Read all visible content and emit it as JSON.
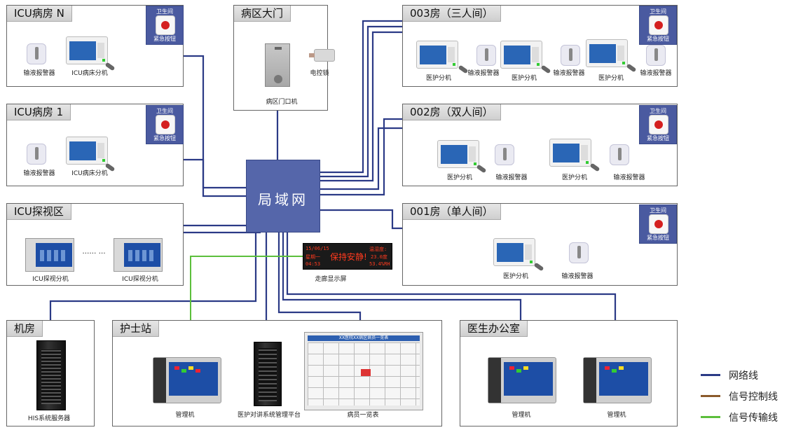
{
  "colors": {
    "network": "#2b3a86",
    "control": "#8b5a2b",
    "transmit": "#5cbf3c",
    "lan": "#5566aa"
  },
  "lan": {
    "label": "局域网"
  },
  "rooms": {
    "icu_n": {
      "title": "ICU病房 N",
      "alarm_label": "输液报警器",
      "bed_label": "ICU病床分机"
    },
    "icu_1": {
      "title": "ICU病房 1",
      "alarm_label": "输液报警器",
      "bed_label": "ICU病床分机"
    },
    "gate": {
      "title": "病区大门",
      "lock_label": "电控锁",
      "door_label": "病区门口机"
    },
    "icu_visit": {
      "title": "ICU探视区",
      "unit_label_1": "ICU探视分机",
      "unit_label_2": "ICU探视分机",
      "ellipsis": "…… …"
    },
    "r003": {
      "title": "003房（三人间）",
      "unit_label": "医护分机",
      "alarm_label": "输液报警器"
    },
    "r002": {
      "title": "002房（双人间）",
      "unit_label": "医护分机",
      "alarm_label": "输液报警器"
    },
    "r001": {
      "title": "001房（单人间）",
      "unit_label": "医护分机",
      "alarm_label": "输液报警器"
    },
    "machine": {
      "title": "机房",
      "server_label": "HIS系统服务器"
    },
    "nurse": {
      "title": "护士站",
      "mgr_label": "管理机",
      "platform_label": "医护对讲系统管理平台",
      "list_label": "病员一览表",
      "list_header": "XX医院XX病区病员一览表"
    },
    "doctor": {
      "title": "医生办公室",
      "mgr_label_1": "管理机",
      "mgr_label_2": "管理机"
    }
  },
  "washroom": {
    "label": "卫生间",
    "button": "紧急按钮"
  },
  "corridor": {
    "label": "走廊显示屏",
    "date": "15/06/15",
    "weekday": "星期一",
    "time": "04:53",
    "message": "保持安静!",
    "temp_label": "温湿度:",
    "temp": "23.0度",
    "humidity": "53.4%RH"
  },
  "legend": {
    "network": "网络线",
    "control": "信号控制线",
    "transmit": "信号传输线"
  }
}
